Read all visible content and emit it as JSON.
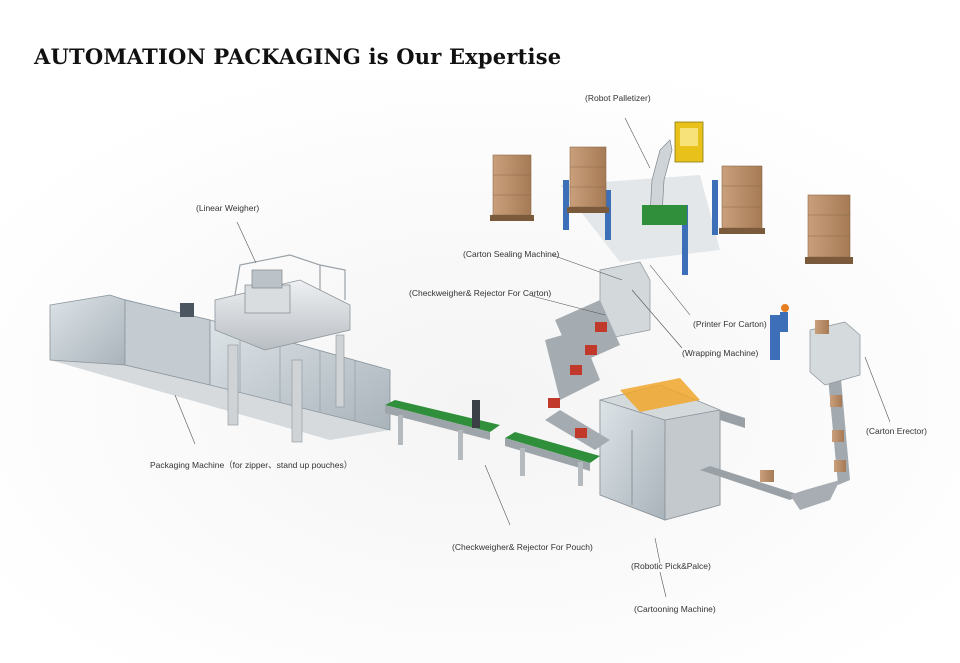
{
  "title": "AUTOMATION PACKAGING is Our Expertise",
  "labels": {
    "robot_palletizer": "(Robot Palletizer)",
    "linear_weigher": "(Linear Weigher)",
    "carton_sealing": "(Carton Sealing Machine)",
    "checkweigher_carton": "(Checkweigher& Rejector For Carton)",
    "printer_carton": "(Printer For Carton)",
    "wrapping_machine": "(Wrapping Machine)",
    "carton_erector": "(Carton Erector)",
    "packaging_machine": "Packaging Machine（for zipper、stand up pouches）",
    "checkweigher_pouch": "(Checkweigher& Rejector For Pouch)",
    "robotic_pick": "(Robotic Pick&Palce)",
    "cartoning_machine": "(Cartooning Machine)"
  },
  "colors": {
    "conveyor_green": "#2f8f3a",
    "carton_brown": "#b98a64",
    "box_red": "#c0392b",
    "robot_yellow": "#e8c21a",
    "guard_blue": "#3d6fb8",
    "machine_grey": "#c9ced2"
  }
}
